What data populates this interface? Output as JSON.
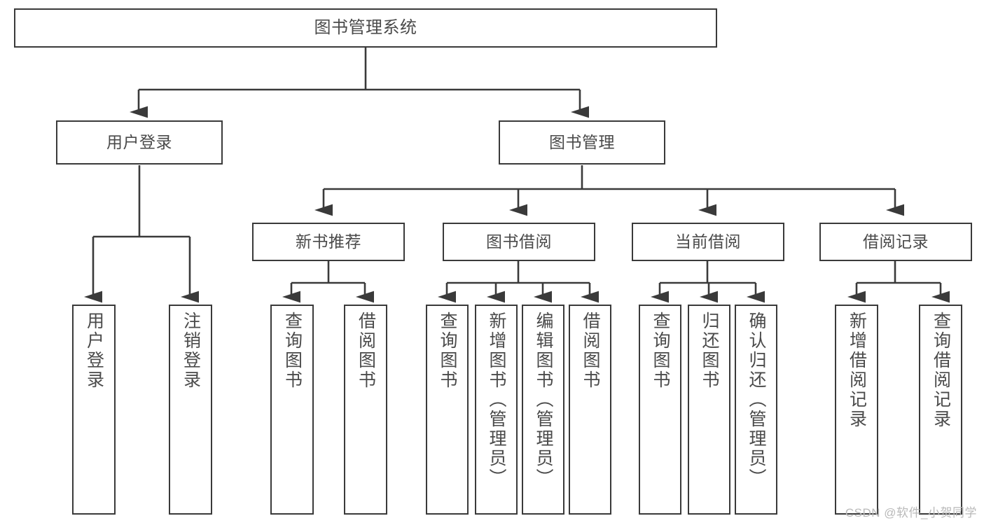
{
  "diagram": {
    "title": "图书管理系统",
    "watermark": "CSDN @软件_小贺同学",
    "style": {
      "border_color": "#3a3a3a",
      "text_color": "#4a4a4a",
      "background": "#ffffff",
      "watermark_color": "#b9b9b9"
    },
    "levels": {
      "root": {
        "label": "图书管理系统"
      },
      "level2": [
        {
          "label": "用户登录"
        },
        {
          "label": "图书管理"
        }
      ],
      "level3": [
        {
          "label": "新书推荐"
        },
        {
          "label": "图书借阅"
        },
        {
          "label": "当前借阅"
        },
        {
          "label": "借阅记录"
        }
      ],
      "leaves": {
        "user_login": [
          {
            "label": "用户登录"
          },
          {
            "label": "注销登录"
          }
        ],
        "new_book": [
          {
            "label": "查询图书"
          },
          {
            "label": "借阅图书"
          }
        ],
        "book_borrow": [
          {
            "label": "查询图书"
          },
          {
            "label": "新增图书（管理员）"
          },
          {
            "label": "编辑图书（管理员）"
          },
          {
            "label": "借阅图书"
          }
        ],
        "current_borrow": [
          {
            "label": "查询图书"
          },
          {
            "label": "归还图书"
          },
          {
            "label": "确认归还（管理员）"
          }
        ],
        "borrow_record": [
          {
            "label": "新增借阅记录"
          },
          {
            "label": "查询借阅记录"
          }
        ]
      }
    }
  }
}
